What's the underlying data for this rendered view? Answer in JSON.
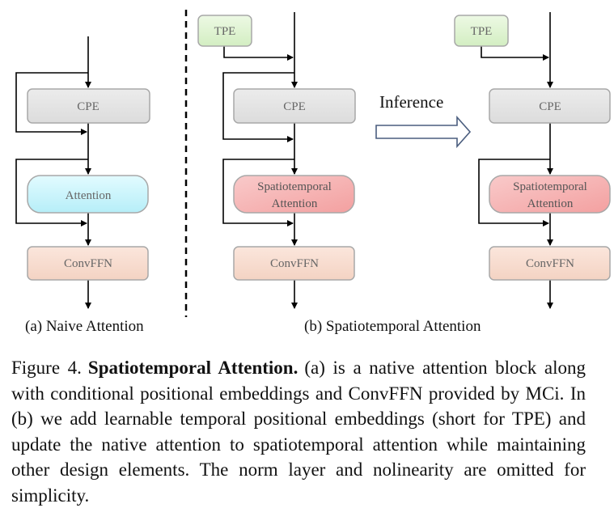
{
  "panel_a": {
    "boxes": {
      "cpe": "CPE",
      "attention": "Attention",
      "convffn": "ConvFFN"
    },
    "caption": "(a) Naive Attention"
  },
  "panel_b": {
    "boxes": {
      "tpe": "TPE",
      "cpe": "CPE",
      "st_attention_line1": "Spatiotemporal",
      "st_attention_line2": "Attention",
      "convffn": "ConvFFN"
    },
    "inference_label": "Inference",
    "caption": "(b) Spatiotemporal Attention"
  },
  "panel_b_inference": {
    "boxes": {
      "tpe": "TPE",
      "cpe": "CPE",
      "st_attention_line1": "Spatiotemporal",
      "st_attention_line2": "Attention",
      "convffn": "ConvFFN"
    }
  },
  "figure_caption": {
    "label": "Figure 4.",
    "title": "Spatiotemporal Attention.",
    "body": "(a) is a native attention block along with conditional positional embeddings and ConvFFN provided by MCi. In (b) we add learnable temporal positional embeddings (short for TPE) and update the native attention to spatiotemporal attention while maintaining other design elements. The norm layer and nolinearity are omitted for simplicity."
  },
  "colors": {
    "cpe_fill": "#e4e4e4",
    "attention_fill": "#c9f3fa",
    "st_attention_fill": "#f6b3b3",
    "convffn_fill": "#f8ddd0",
    "tpe_fill": "#e0f3d3",
    "box_stroke": "#a8a8a8",
    "line": "#000000"
  }
}
